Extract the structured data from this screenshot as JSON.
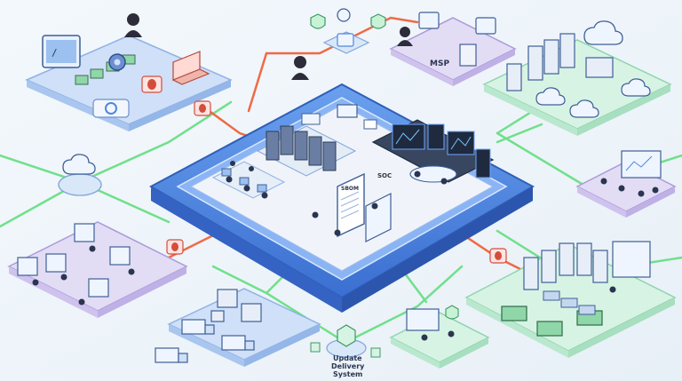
{
  "labels": {
    "msp": "MSP",
    "sbom": "SBOM",
    "soc": "SOC",
    "update_line1": "Update",
    "update_line2": "Delivery",
    "update_line3": "System"
  },
  "colors": {
    "background": "#eef4f9",
    "secure_link": "#6fe08a",
    "threat_link": "#ef6a44",
    "core_platform": "#4f86e0",
    "platform_blue": "#cfe0f8",
    "platform_green": "#d7f3e4",
    "platform_purple": "#e3dcf5",
    "ink": "#2a3550"
  },
  "icons": [
    "hacker-icon",
    "bug-icon",
    "cloud-icon",
    "server-rack-icon",
    "laptop-icon",
    "truck-icon",
    "package-icon",
    "chip-icon",
    "gear-icon",
    "shield-icon"
  ]
}
